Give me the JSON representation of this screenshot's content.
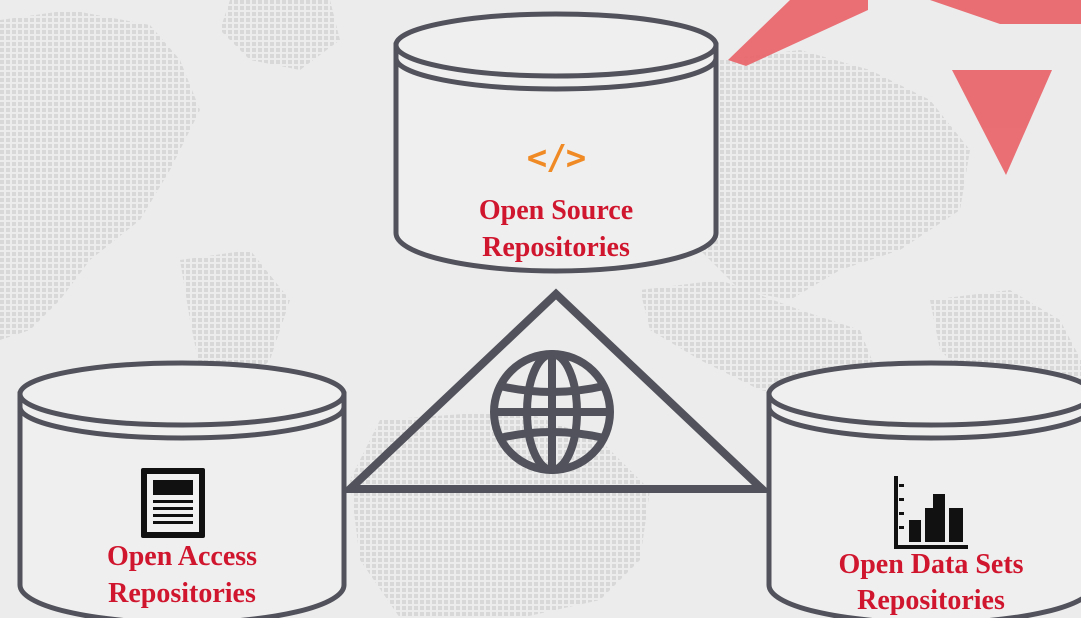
{
  "colors": {
    "background": "#ececec",
    "map_dots": "#d4d4d4",
    "outline": "#51525b",
    "cylinder_fill": "#efefef",
    "label_red": "#d0162e",
    "code_orange": "#f08a24",
    "accent_shape": "#e8646a"
  },
  "diagram": {
    "center_icon": "globe-icon",
    "connector_shape": "triangle",
    "nodes": [
      {
        "id": "open-source",
        "icon": "code-icon",
        "icon_text": "</>",
        "line1": "Open Source",
        "line2": "Repositories"
      },
      {
        "id": "open-access",
        "icon": "document-icon",
        "line1": "Open Access",
        "line2": "Repositories"
      },
      {
        "id": "open-data",
        "icon": "bar-chart-icon",
        "line1": "Open Data Sets",
        "line2": "Repositories"
      }
    ]
  }
}
